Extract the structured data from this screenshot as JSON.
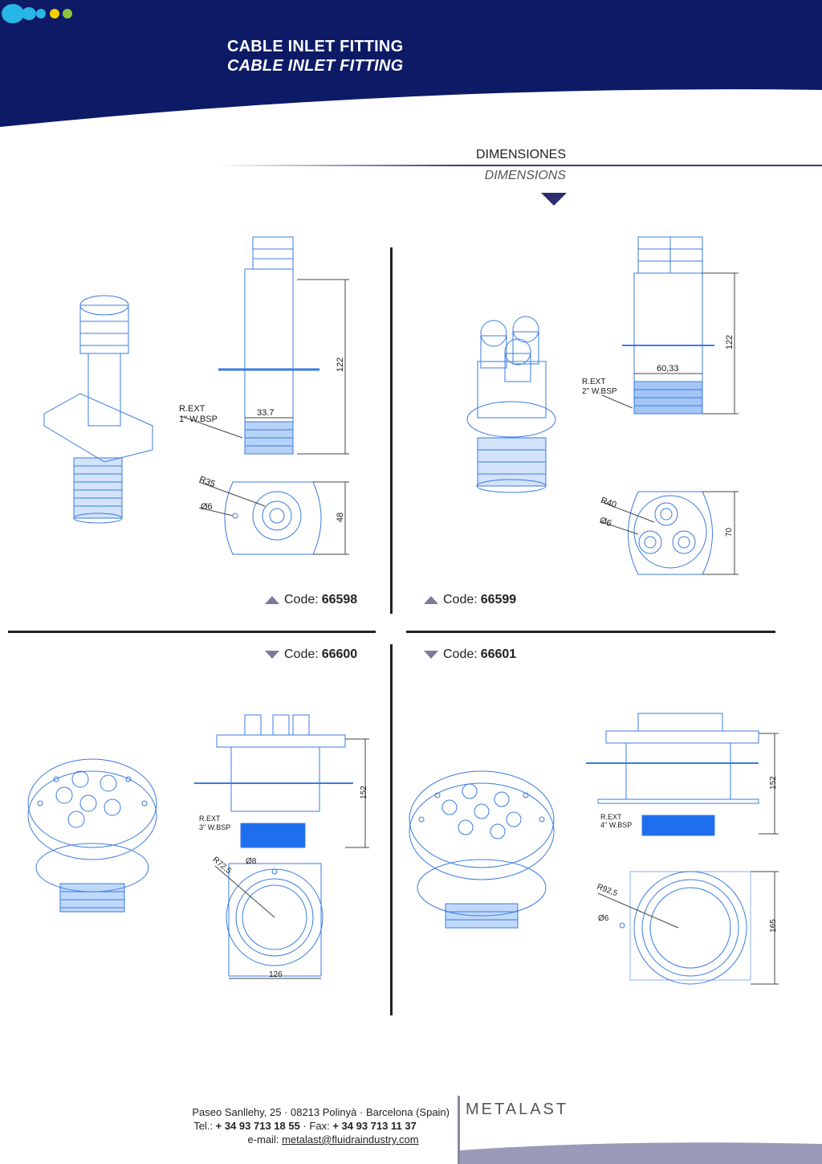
{
  "header": {
    "title_es": "CABLE INLET FITTING",
    "title_en": "CABLE INLET FITTING",
    "colors": {
      "navy": "#0d1a66",
      "cyan": "#27b6e6",
      "yellow": "#f5d000",
      "green": "#8cc63f"
    }
  },
  "section": {
    "title_es": "DIMENSIONES",
    "title_en": "DIMENSIONS"
  },
  "products": [
    {
      "code_label": "Code:",
      "code": "66598",
      "thread_label": "R.EXT",
      "thread_size": "1\" W.BSP",
      "dims": [
        "33.7",
        "122",
        "48"
      ],
      "radius": "R35",
      "hole": "Ø6"
    },
    {
      "code_label": "Code:",
      "code": "66599",
      "thread_label": "R.EXT",
      "thread_size": "2\" W.BSP",
      "dims": [
        "60,33",
        "122",
        "70"
      ],
      "radius": "R40",
      "hole": "Ø6"
    },
    {
      "code_label": "Code:",
      "code": "66600",
      "thread_label": "R.EXT",
      "thread_size": "3\" W.BSP",
      "dims": [
        "152",
        "126"
      ],
      "radius": "R72,5",
      "hole": "Ø8"
    },
    {
      "code_label": "Code:",
      "code": "66601",
      "thread_label": "R.EXT",
      "thread_size": "4\" W.BSP",
      "dims": [
        "152",
        "165"
      ],
      "radius": "R92,5",
      "hole": "Ø6"
    }
  ],
  "footer": {
    "address": "Paseo Sanllehy, 25 · 08213 Polinyà · Barcelona (Spain)",
    "tel_label": "Tel.:",
    "tel": "+ 34 93 713 18 55",
    "fax_label": "· Fax:",
    "fax": "+ 34 93 713 11 37",
    "email_label": "e-mail:",
    "email": "metalast@fluidraindustry.com",
    "brand": "METALAST"
  }
}
